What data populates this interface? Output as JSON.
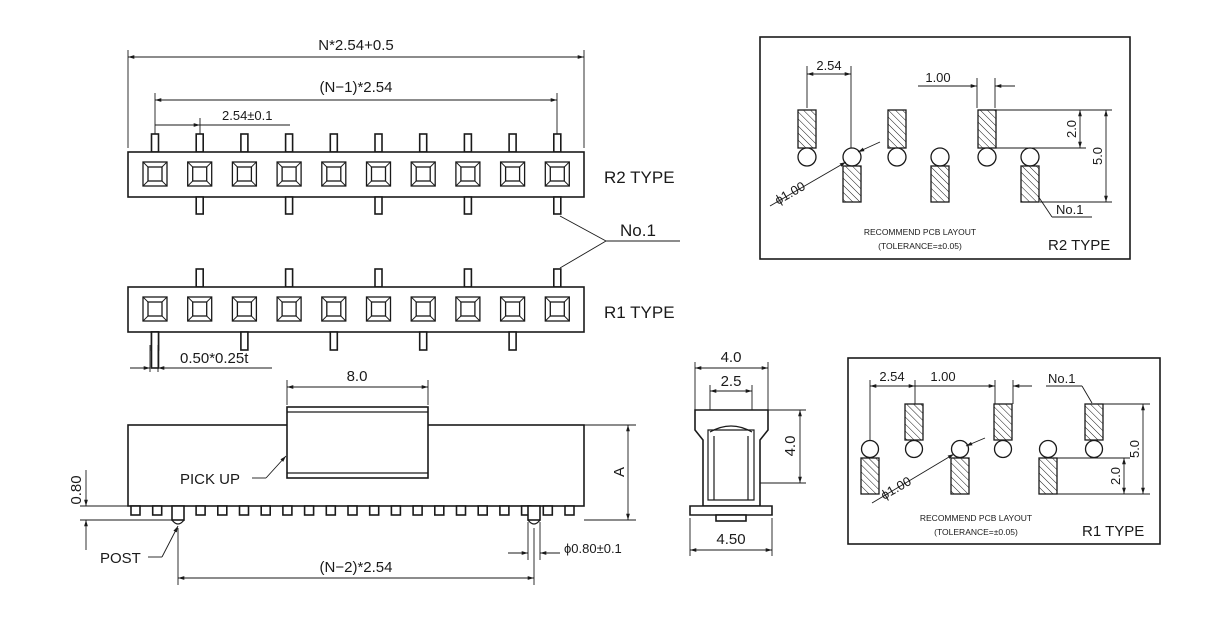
{
  "top_view": {
    "dim_overall": "N*2.54+0.5",
    "dim_n_minus_1": "(N−1)*2.54",
    "dim_pitch": "2.54±0.1",
    "r2_label": "R2  TYPE",
    "r1_label": "R1  TYPE",
    "no1_label": "No.1",
    "pin_dim": "0.50*0.25t"
  },
  "side_view": {
    "dim_pickup_width": "8.0",
    "pickup_label": "PICK UP",
    "dim_post_height": "0.80",
    "dim_A": "A",
    "post_label": "POST",
    "dim_post_diameter": "ϕ0.80±0.1",
    "dim_n_minus_2": "(N−2)*2.54"
  },
  "end_view": {
    "dim_width": "4.0",
    "dim_inner": "2.5",
    "dim_height": "4.0",
    "dim_base": "4.50"
  },
  "pcb_r2": {
    "dim_pitch": "2.54",
    "dim_pad_w": "1.00",
    "dim_pad_h": "2.0",
    "dim_row": "5.0",
    "dim_hole": "ϕ1.00",
    "no1_label": "No.1",
    "note_line1": "RECOMMEND  PCB  LAYOUT",
    "note_line2": "(TOLERANCE=±0.05)",
    "type_label": "R2  TYPE"
  },
  "pcb_r1": {
    "dim_pitch": "2.54",
    "dim_pad_w": "1.00",
    "dim_pad_h": "2.0",
    "dim_row": "5.0",
    "dim_hole": "ϕ1.00",
    "no1_label": "No.1",
    "note_line1": "RECOMMEND  PCB  LAYOUT",
    "note_line2": "(TOLERANCE=±0.05)",
    "type_label": "R1  TYPE"
  }
}
